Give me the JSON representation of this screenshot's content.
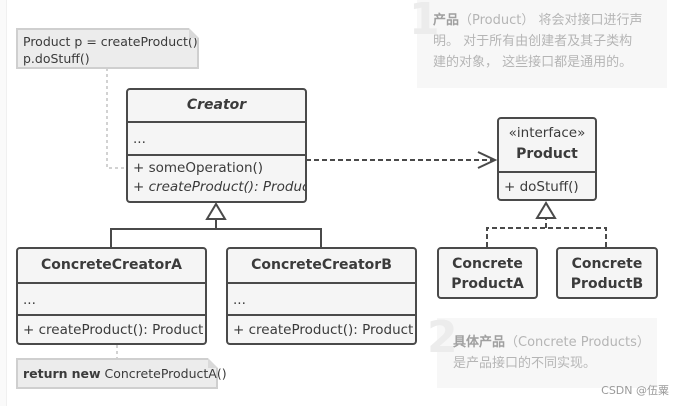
{
  "diagram": {
    "title": "Factory Method pattern structure",
    "notes": {
      "creator_note": [
        "Product p = createProduct()",
        "p.doStuff()"
      ],
      "concrete_note": {
        "keyword1": "return",
        "keyword2": "new",
        "text": "ConcreteProductA()"
      }
    },
    "classes": {
      "creator": {
        "name": "Creator",
        "fields": "...",
        "methods": [
          "+ someOperation()",
          "+ createProduct(): Product"
        ]
      },
      "concrete_creator_a": {
        "name": "ConcreteCreatorA",
        "fields": "...",
        "methods": [
          "+ createProduct(): Product"
        ]
      },
      "concrete_creator_b": {
        "name": "ConcreteCreatorB",
        "fields": "...",
        "methods": [
          "+ createProduct(): Product"
        ]
      },
      "product": {
        "stereotype": "«interface»",
        "name": "Product",
        "methods": [
          "+ doStuff()"
        ]
      },
      "concrete_product_a": {
        "name_lines": [
          "Concrete",
          "ProductA"
        ]
      },
      "concrete_product_b": {
        "name_lines": [
          "Concrete",
          "ProductB"
        ]
      }
    },
    "annotations": [
      {
        "number": "1",
        "bold": "产品",
        "lines": [
          "（Product） 将会对接口进行声",
          "明。 对于所有由创建者及其子类构",
          "建的对象， 这些接口都是通用的。"
        ]
      },
      {
        "number": "2",
        "bold": "具体产品",
        "lines": [
          "（Concrete Products）",
          "是产品接口的不同实现。"
        ]
      }
    ],
    "relations": [
      {
        "from": "Creator",
        "to": "Product",
        "type": "dependency"
      },
      {
        "from": "ConcreteCreatorA",
        "to": "Creator",
        "type": "inheritance"
      },
      {
        "from": "ConcreteCreatorB",
        "to": "Creator",
        "type": "inheritance"
      },
      {
        "from": "ConcreteProductA",
        "to": "Product",
        "type": "realization"
      },
      {
        "from": "ConcreteProductB",
        "to": "Product",
        "type": "realization"
      }
    ],
    "colors": {
      "stroke": "#4a4a4a",
      "box_fill": "#f5f5f5",
      "note_fill": "#ececec",
      "note_border": "#cfcfcf",
      "annotation_text": "#b5b5b5"
    }
  },
  "watermark": "CSDN @伍粟"
}
